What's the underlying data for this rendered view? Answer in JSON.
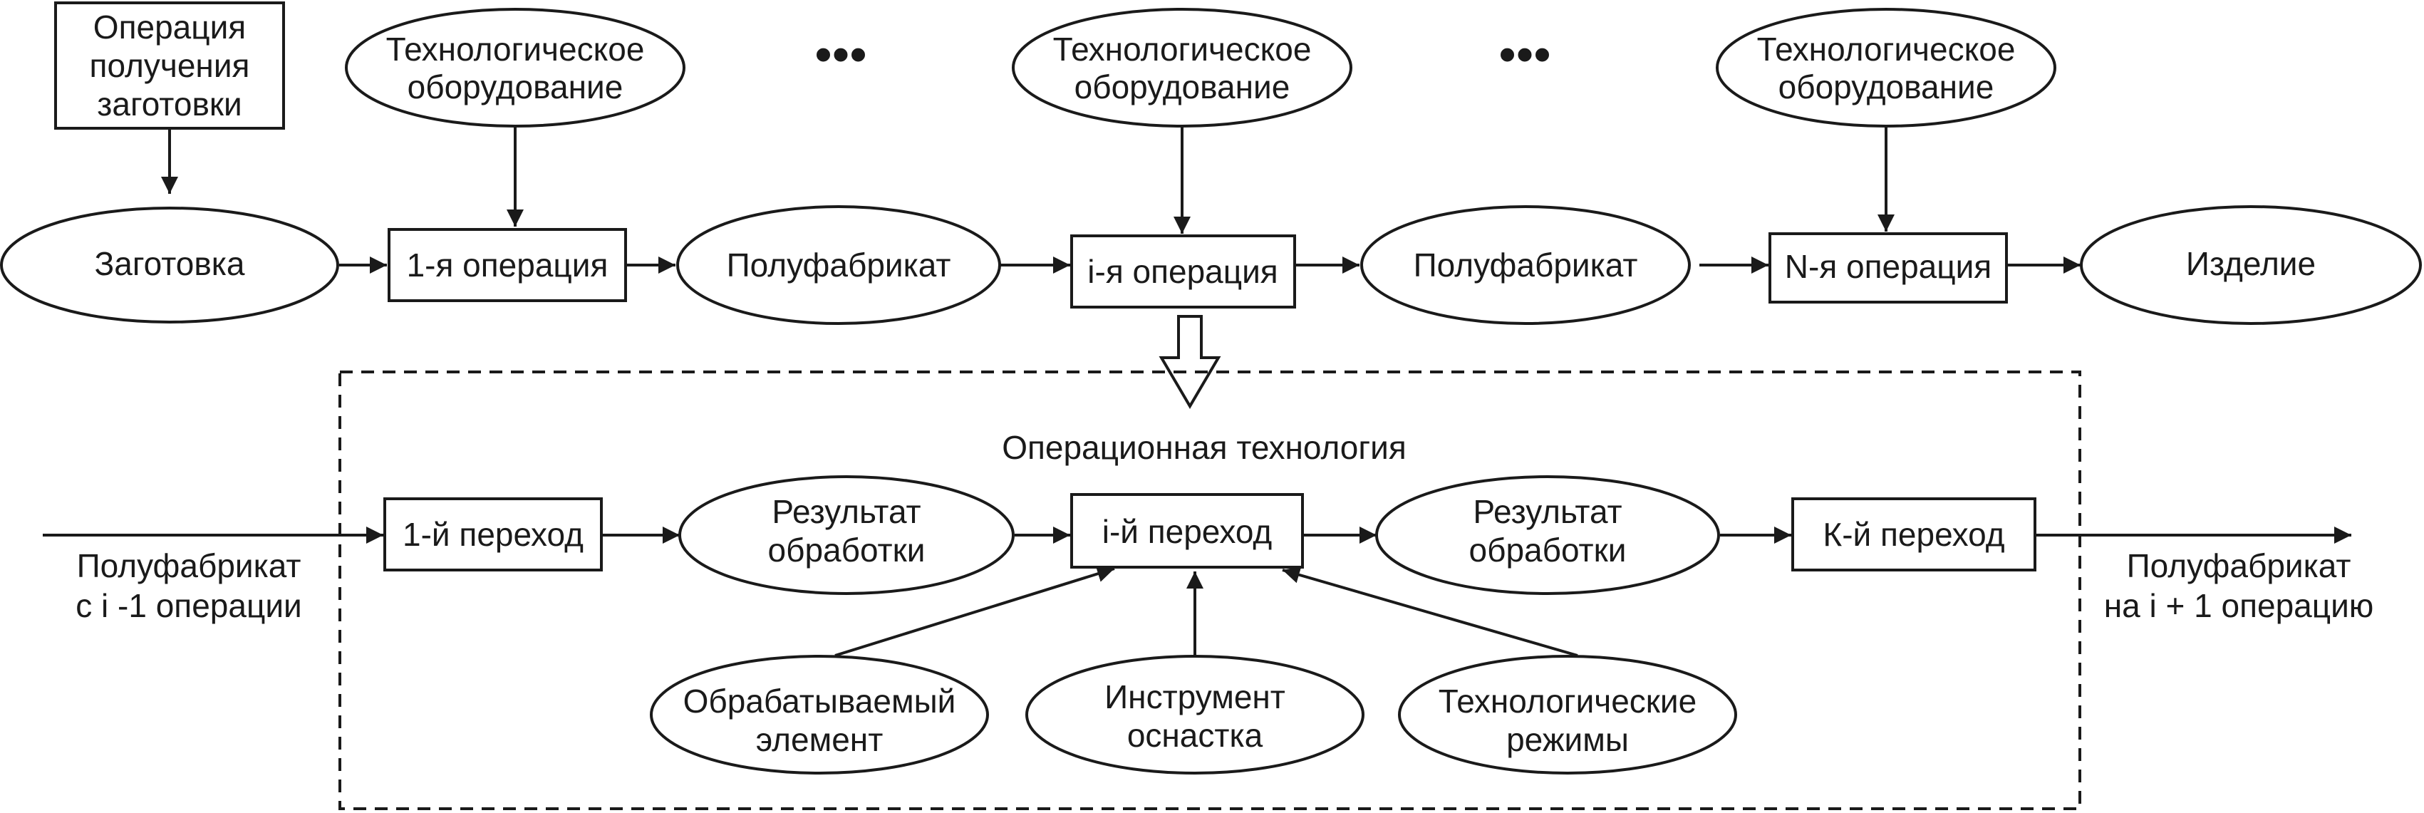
{
  "top_chain": {
    "blank_operation": [
      "Операция",
      "получения",
      "заготовки"
    ],
    "blank": "Заготовка",
    "op_first": "1-я операция",
    "semi_product_1": "Полуфабрикат",
    "op_i": "i-я операция",
    "semi_product_2": "Полуфабрикат",
    "op_n": "N-я операция",
    "product": "Изделие",
    "equipment": [
      "Технологическое",
      "оборудование"
    ],
    "ellipsis": "•••"
  },
  "detail": {
    "title": "Операционная технология",
    "input_label": [
      "Полуфабрикат",
      "с i -1 операции"
    ],
    "output_label": [
      "Полуфабрикат",
      "на i + 1 операцию"
    ],
    "step_first": "1-й переход",
    "result_1": [
      "Результат",
      "обработки"
    ],
    "step_i": "i-й переход",
    "result_2": [
      "Результат",
      "обработки"
    ],
    "step_k": "К-й переход",
    "workpiece": [
      "Обрабатываемый",
      "элемент"
    ],
    "tool": [
      "Инструмент",
      "оснастка"
    ],
    "modes": [
      "Технологические",
      "режимы"
    ]
  }
}
